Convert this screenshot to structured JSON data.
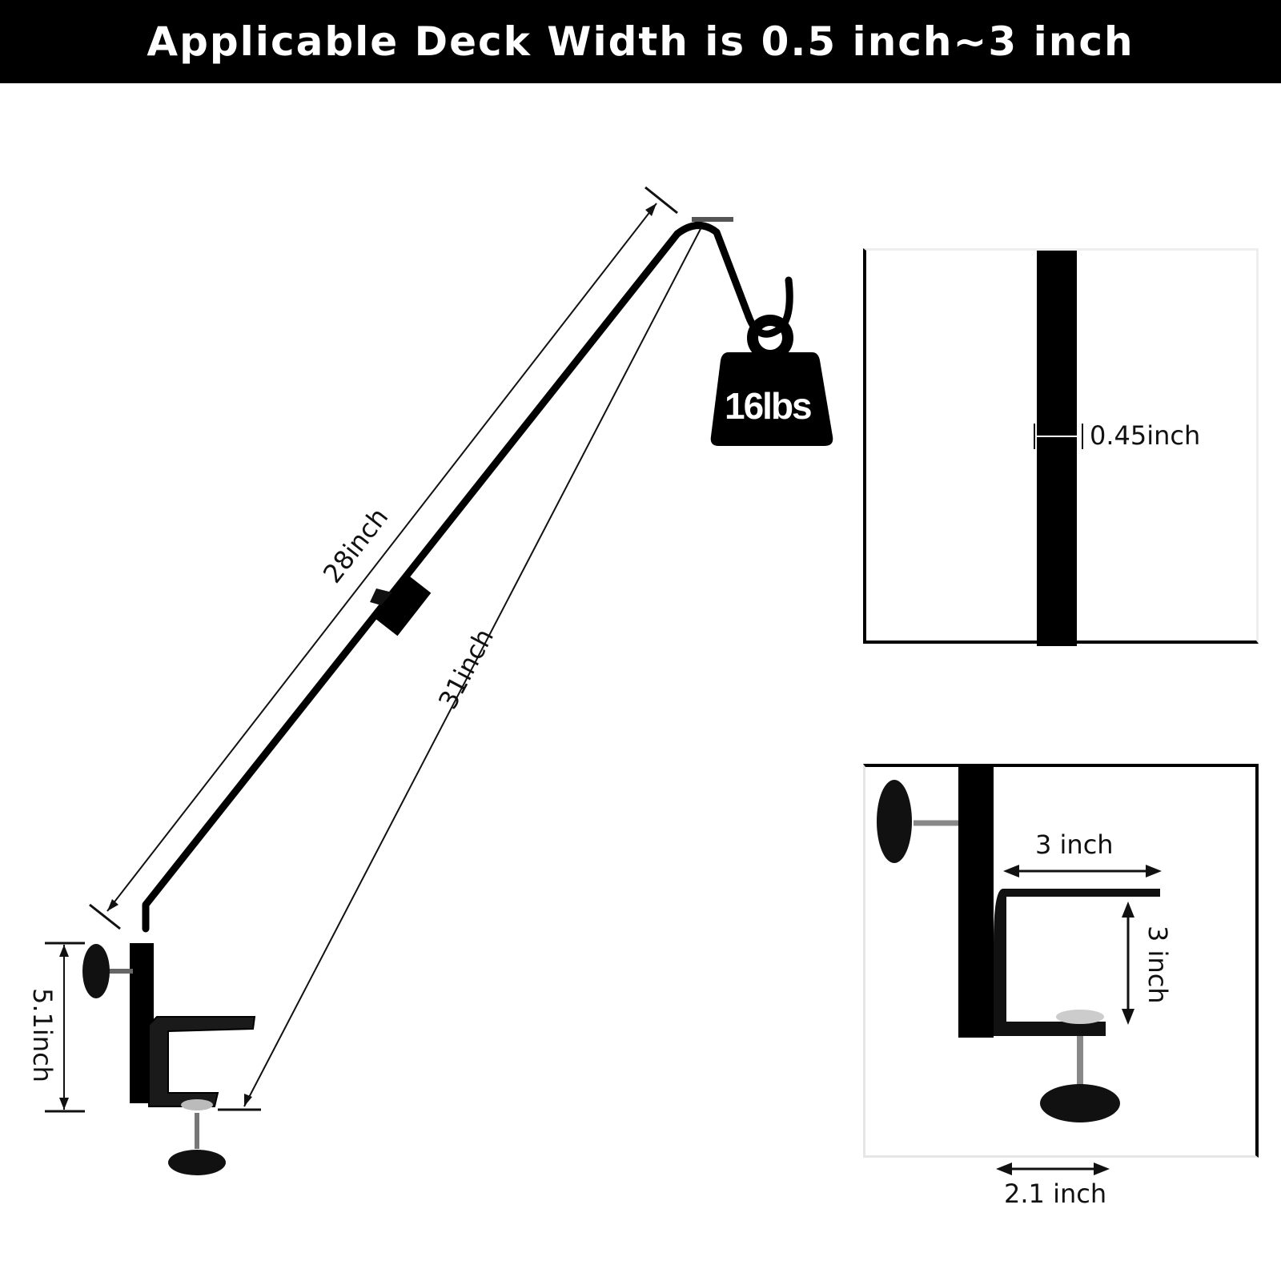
{
  "banner": {
    "title": "Applicable Deck Width is 0.5 inch~3 inch"
  },
  "weight": {
    "label": "16lbs"
  },
  "dimensions": {
    "arm_length": "28inch",
    "hook_reach": "31inch",
    "clamp_height": "5.1inch",
    "pole_diameter": "0.45inch",
    "clamp_depth": "3 inch",
    "clamp_opening": "3 inch",
    "clamp_plate_width": "2.1 inch"
  },
  "colors": {
    "banner_bg": "#000000",
    "banner_text": "#ffffff",
    "product": "#000000",
    "line": "#111111"
  }
}
